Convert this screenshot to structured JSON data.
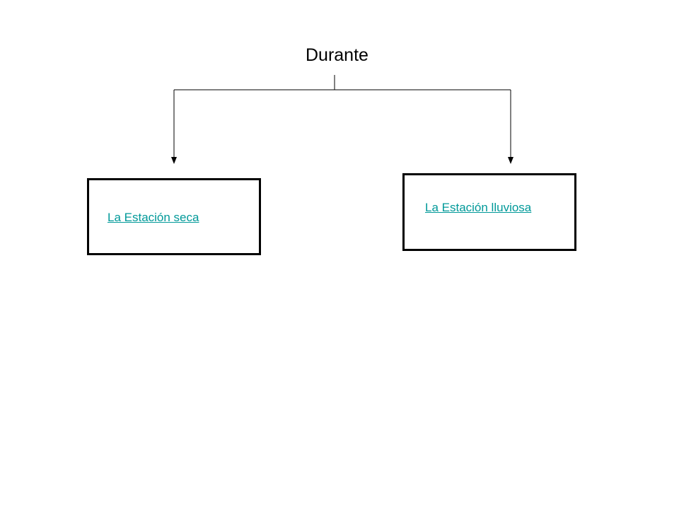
{
  "diagram": {
    "title": "Durante",
    "branches": [
      {
        "label": "La Estación seca"
      },
      {
        "label": "La Estación lluviosa"
      }
    ]
  },
  "colors": {
    "link": "#009999",
    "line": "#000000",
    "text": "#000000"
  }
}
